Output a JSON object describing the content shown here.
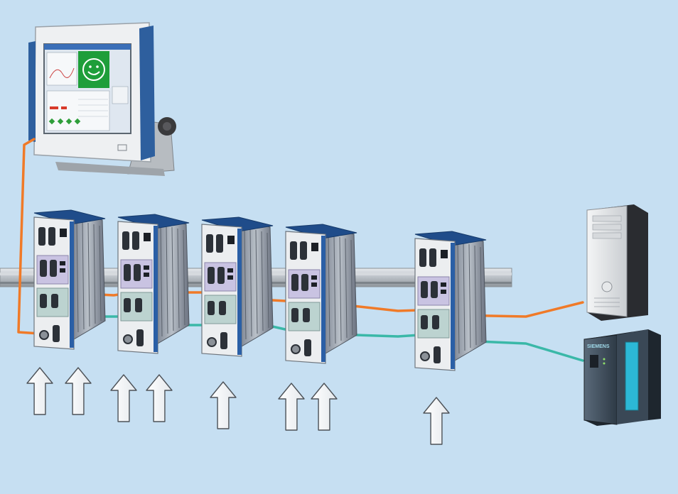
{
  "diagram": {
    "background_color": "#c6dff2",
    "cable_colors": {
      "network_orange": "#f07a28",
      "network_teal": "#3ab8a8"
    },
    "monitor": {
      "screen_colors": {
        "window_bg": "#e8f0f8",
        "smiley_panel": "#1e9e3a",
        "titlebar": "#3a6fb8"
      },
      "icon": "smiley-face-icon"
    },
    "controllers": [
      {
        "id": "controller-1",
        "input_arrows": 2
      },
      {
        "id": "controller-2",
        "input_arrows": 2
      },
      {
        "id": "controller-3",
        "input_arrows": 1
      },
      {
        "id": "controller-4",
        "input_arrows": 2
      },
      {
        "id": "controller-5",
        "input_arrows": 1
      }
    ],
    "pc_tower": {
      "icon": "desktop-tower-icon"
    },
    "plc": {
      "brand_label": "SIEMENS",
      "icon": "plc-module-icon"
    }
  }
}
